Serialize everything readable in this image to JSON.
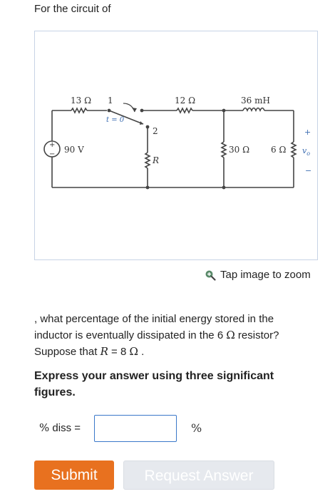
{
  "intro_text": "For the circuit of",
  "circuit": {
    "r1_label": "13 Ω",
    "switch_pos1_label": "1",
    "switch_time_label": "t = 0",
    "switch_pos2_label": "2",
    "r_label": "R",
    "r2_label": "12 Ω",
    "inductor_label": "36 mH",
    "r3_label": "30 Ω",
    "r4_label": "6 Ω",
    "source_label": "90 V",
    "source_plus": "+",
    "source_minus": "−",
    "vo_label": "v",
    "vo_sub": "o",
    "vo_plus": "+",
    "vo_minus": "−"
  },
  "zoom_text": "Tap image to zoom",
  "question": {
    "part1": ", what percentage of the initial energy stored in the inductor is eventually dissipated in the 6 ",
    "ohm1": "Ω",
    "part2": " resistor? Suppose that ",
    "var": "R",
    "part3": " = 8 ",
    "ohm2": "Ω",
    "part4": " ."
  },
  "instruction": "Express your answer using three significant figures.",
  "answer": {
    "label_pct": "%",
    "label_text": " diss =",
    "value": "",
    "unit": "%"
  },
  "buttons": {
    "submit": "Submit",
    "request": "Request Answer"
  },
  "colors": {
    "submit_bg": "#e8711f",
    "input_border": "#3a78c9",
    "request_bg": "#e6e9ee",
    "vo_color": "#3a6bb0",
    "switch_blue": "#3a6bb0"
  }
}
